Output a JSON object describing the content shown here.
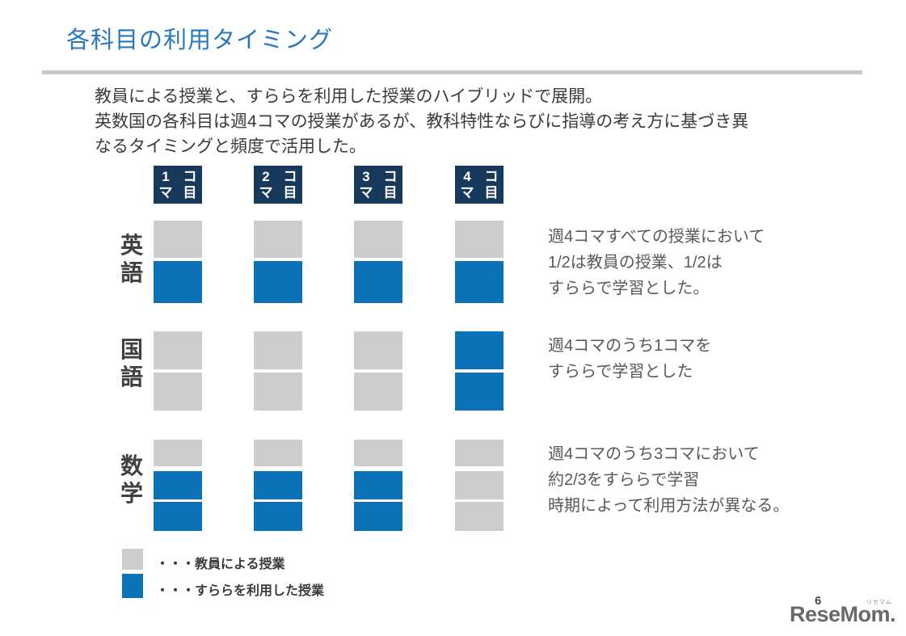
{
  "slide": {
    "title": "各科目の利用タイミング",
    "intro_lines": [
      "教員による授業と、すららを利用した授業のハイブリッドで展開。",
      "英数国の各科目は週4コマの授業があるが、教科特性ならびに指導の考え方に基づき異",
      "なるタイミングと頻度で活用した。"
    ]
  },
  "diagram": {
    "column_headers": [
      "1コマ目",
      "2コマ目",
      "3コマ目",
      "4コマ目"
    ],
    "rows": [
      {
        "label": "英語",
        "columns": [
          [
            "teacher",
            "surara"
          ],
          [
            "teacher",
            "surara"
          ],
          [
            "teacher",
            "surara"
          ],
          [
            "teacher",
            "surara"
          ]
        ],
        "note_lines": [
          "週4コマすべての授業において",
          "1/2は教員の授業、1/2は",
          "すららで学習とした。"
        ]
      },
      {
        "label": "国語",
        "columns": [
          [
            "teacher",
            "teacher"
          ],
          [
            "teacher",
            "teacher"
          ],
          [
            "teacher",
            "teacher"
          ],
          [
            "surara",
            "surara"
          ]
        ],
        "note_lines": [
          "週4コマのうち1コマを",
          "すららで学習とした"
        ]
      },
      {
        "label": "数学",
        "columns": [
          [
            "teacher",
            "surara",
            "surara"
          ],
          [
            "teacher",
            "surara",
            "surara"
          ],
          [
            "teacher",
            "surara",
            "surara"
          ],
          [
            "teacher",
            "teacher",
            "teacher"
          ]
        ],
        "note_lines": [
          "週4コマのうち3コマにおいて",
          "約2/3をすららで学習",
          "時期によって利用方法が異なる。"
        ]
      }
    ]
  },
  "legend": {
    "items": [
      {
        "key": "teacher",
        "label": "・・・教員による授業"
      },
      {
        "key": "surara",
        "label": "・・・すららを利用した授業"
      }
    ]
  },
  "footer": {
    "page_number": "6",
    "logo_text": "ReseMom.",
    "logo_ruby": "リセマム"
  },
  "colors": {
    "accent_blue": "#2878BE",
    "header_navy": "#173A5C",
    "block_blue": "#0C72B8",
    "block_gray": "#CDCDCD",
    "text_dark": "#3B3B3B",
    "note_gray": "#595959",
    "divider_gray": "#C9C9C9"
  }
}
